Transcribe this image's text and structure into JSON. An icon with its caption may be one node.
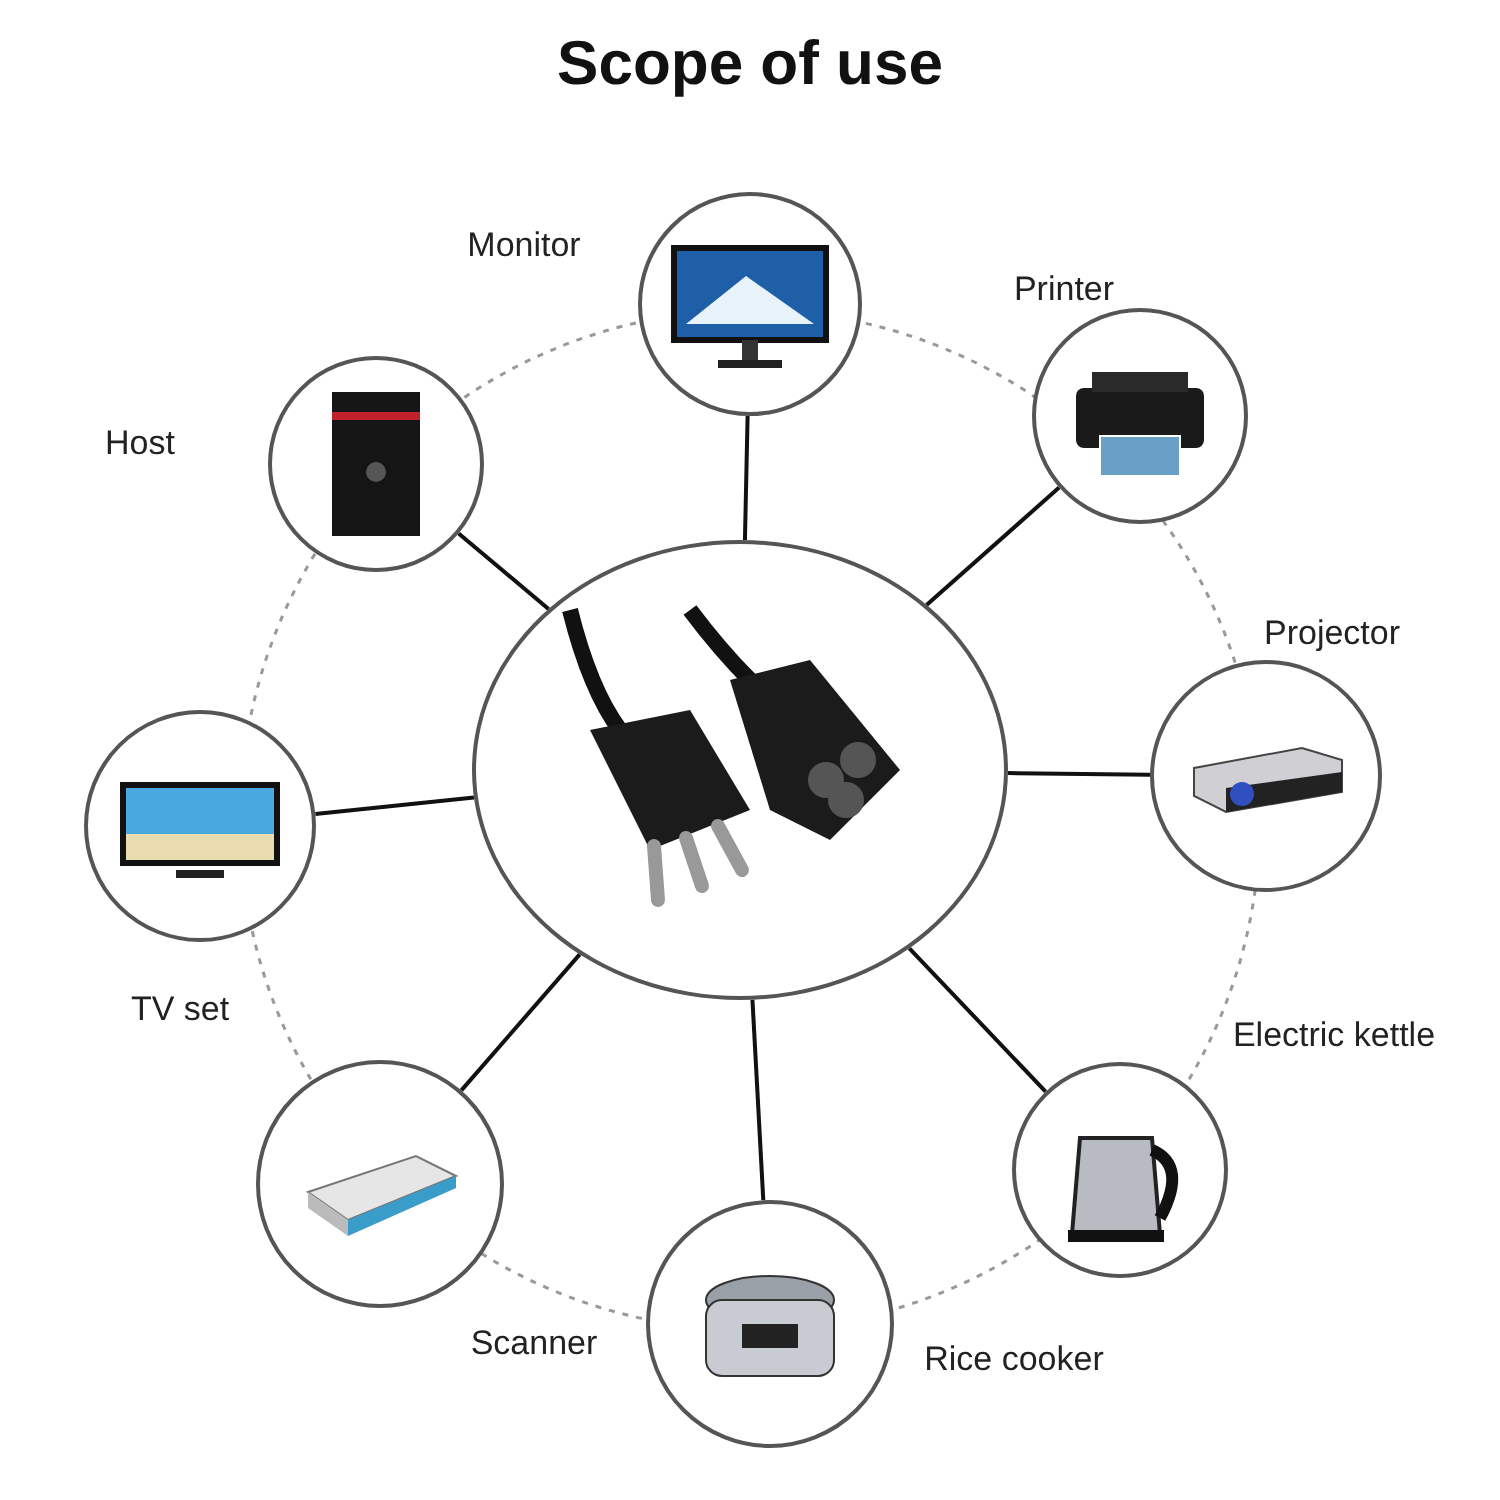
{
  "diagram": {
    "title": "Scope of use",
    "nodes": [
      {
        "text": [],
        "shape": "picture"
      },
      {
        "text": [],
        "shape": "picture",
        "beside": [
          "Monitor"
        ]
      },
      {
        "text": [],
        "shape": "picture",
        "beside": [
          "Printer"
        ]
      },
      {
        "text": [],
        "shape": "picture",
        "beside": [
          "Host"
        ]
      },
      {
        "text": [],
        "shape": "picture",
        "beside": [
          "Projector"
        ]
      },
      {
        "text": [],
        "shape": "picture",
        "beside": [
          "TV set"
        ]
      },
      {
        "text": [],
        "shape": "picture",
        "beside": [
          "Electric kettle"
        ]
      },
      {
        "text": [],
        "shape": "picture",
        "beside": [
          "Scanner"
        ]
      },
      {
        "text": [],
        "shape": "picture",
        "beside": [
          "Rice cooker"
        ]
      }
    ],
    "edges": [
      {
        "from": 0,
        "to": 1,
        "arrow": "none"
      },
      {
        "from": 0,
        "to": 2,
        "arrow": "none"
      },
      {
        "from": 0,
        "to": 3,
        "arrow": "none"
      },
      {
        "from": 0,
        "to": 4,
        "arrow": "none"
      },
      {
        "from": 0,
        "to": 5,
        "arrow": "none"
      },
      {
        "from": 0,
        "to": 6,
        "arrow": "none"
      },
      {
        "from": 0,
        "to": 7,
        "arrow": "none"
      },
      {
        "from": 0,
        "to": 8,
        "arrow": "none"
      }
    ]
  }
}
